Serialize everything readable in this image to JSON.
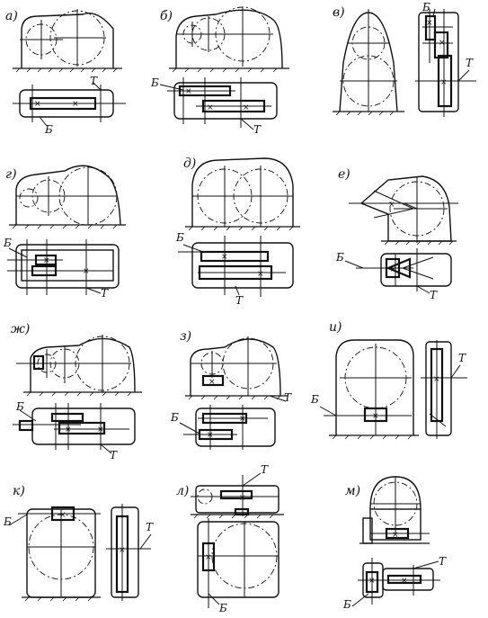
{
  "diagram": {
    "panels": [
      {
        "id": "a",
        "label": "а)"
      },
      {
        "id": "b",
        "label": "б)"
      },
      {
        "id": "v",
        "label": "в)"
      },
      {
        "id": "g",
        "label": "г)"
      },
      {
        "id": "d",
        "label": "д)"
      },
      {
        "id": "e",
        "label": "е)"
      },
      {
        "id": "zh",
        "label": "ж)"
      },
      {
        "id": "z",
        "label": "з)"
      },
      {
        "id": "i",
        "label": "и)"
      },
      {
        "id": "k",
        "label": "к)"
      },
      {
        "id": "l",
        "label": "л)"
      },
      {
        "id": "m",
        "label": "м)"
      }
    ],
    "shaft_labels": {
      "fast": "Б",
      "slow": "Т"
    },
    "bearing_mark": "×"
  }
}
